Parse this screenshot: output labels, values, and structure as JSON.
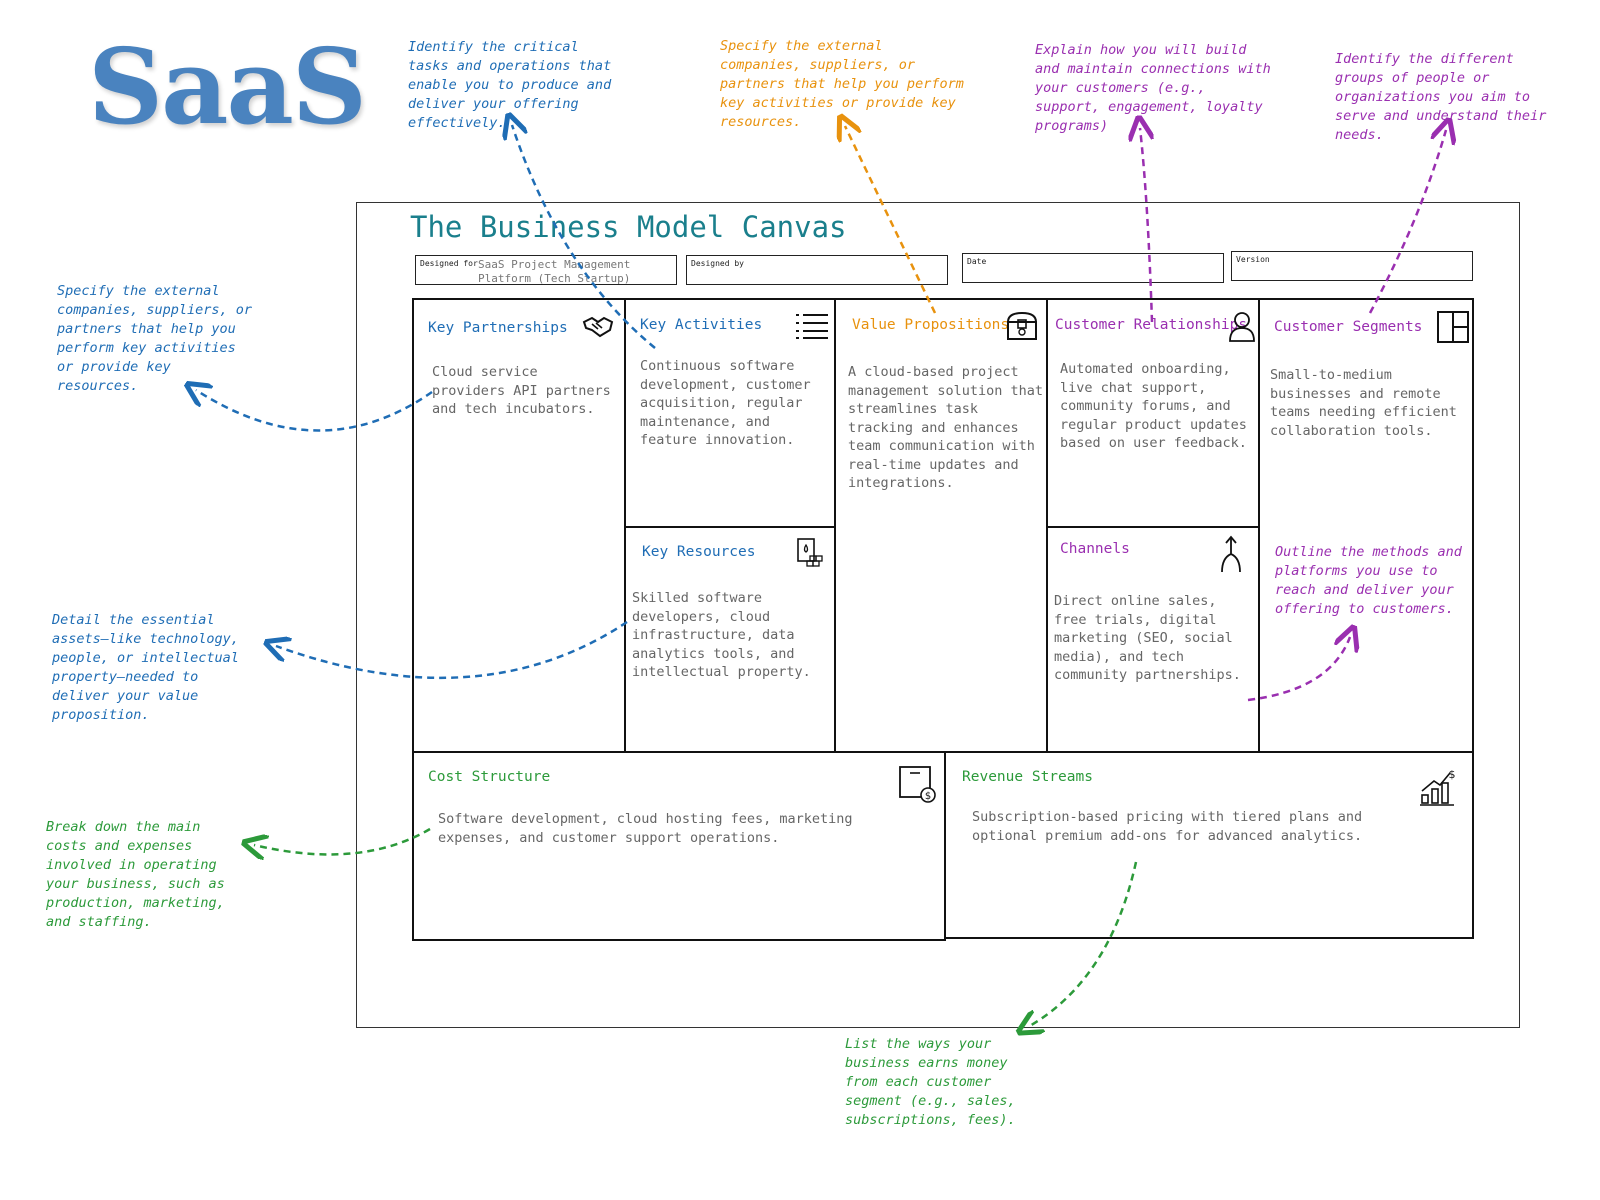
{
  "logo": "SaaS",
  "canvas": {
    "title": "The Business Model Canvas",
    "designed_for_label": "Designed for",
    "designed_for_value": "SaaS Project Management Platform (Tech Startup)",
    "designed_by_label": "Designed by",
    "date_label": "Date",
    "version_label": "Version"
  },
  "blocks": {
    "key_partnerships": {
      "title": "Key Partnerships",
      "body": "Cloud service providers API partners and tech incubators."
    },
    "key_activities": {
      "title": "Key Activities",
      "body": "Continuous software development, customer acquisition, regular maintenance, and feature innovation."
    },
    "key_resources": {
      "title": "Key Resources",
      "body": "Skilled software developers, cloud infrastructure, data analytics tools, and intellectual property."
    },
    "value_propositions": {
      "title": "Value Propositions",
      "body": "A cloud-based project management solution that streamlines task tracking and enhances team communication with real-time updates and integrations."
    },
    "customer_relationships": {
      "title": "Customer Relationships",
      "body": "Automated onboarding, live chat support, community forums, and regular product updates based on user feedback."
    },
    "channels": {
      "title": "Channels",
      "body": "Direct online sales, free trials, digital marketing (SEO, social media), and tech community partnerships."
    },
    "customer_segments": {
      "title": "Customer Segments",
      "body": "Small-to-medium businesses and remote teams needing efficient collaboration tools."
    },
    "cost_structure": {
      "title": "Cost Structure",
      "body": "Software development, cloud hosting fees, marketing expenses, and customer support operations."
    },
    "revenue_streams": {
      "title": "Revenue Streams",
      "body": "Subscription-based pricing with tiered plans and optional premium add-ons for advanced analytics."
    }
  },
  "notes": {
    "key_activities": "Identify the critical tasks and operations that enable you to produce and deliver your offering effectively.",
    "key_partnerships_top": "Specify the external companies, suppliers, or partners that help you perform key activities or provide key resources.",
    "customer_relationships": "Explain how you will build and maintain connections with your customers (e.g., support, engagement, loyalty programs)",
    "customer_segments": "Identify the different groups of people or organizations you aim to serve and understand their needs.",
    "key_partnerships_left": "Specify the external companies, suppliers, or partners that help you perform key activities or provide key resources.",
    "key_resources": "Detail the essential assets—like technology, people, or intellectual property—needed to deliver your value proposition.",
    "channels": "Outline the methods and platforms you use to reach and deliver your offering to customers.",
    "cost_structure": "Break down the main costs and expenses involved in operating your business, such as production, marketing, and staffing.",
    "revenue_streams": "List the ways your business earns money from each customer segment (e.g., sales, subscriptions, fees)."
  },
  "colors": {
    "blue": "#1f6db5",
    "orange": "#e8920e",
    "purple": "#9a2fb0",
    "green": "#2c9a3a",
    "teal": "#1a7f8c",
    "logo": "#4a83bf"
  },
  "icons": [
    "handshake-icon",
    "list-icon",
    "treasure-chest-icon",
    "person-icon",
    "grid-icon",
    "resources-icon",
    "split-arrow-icon",
    "box-dollar-icon",
    "bar-chart-dollar-icon"
  ]
}
